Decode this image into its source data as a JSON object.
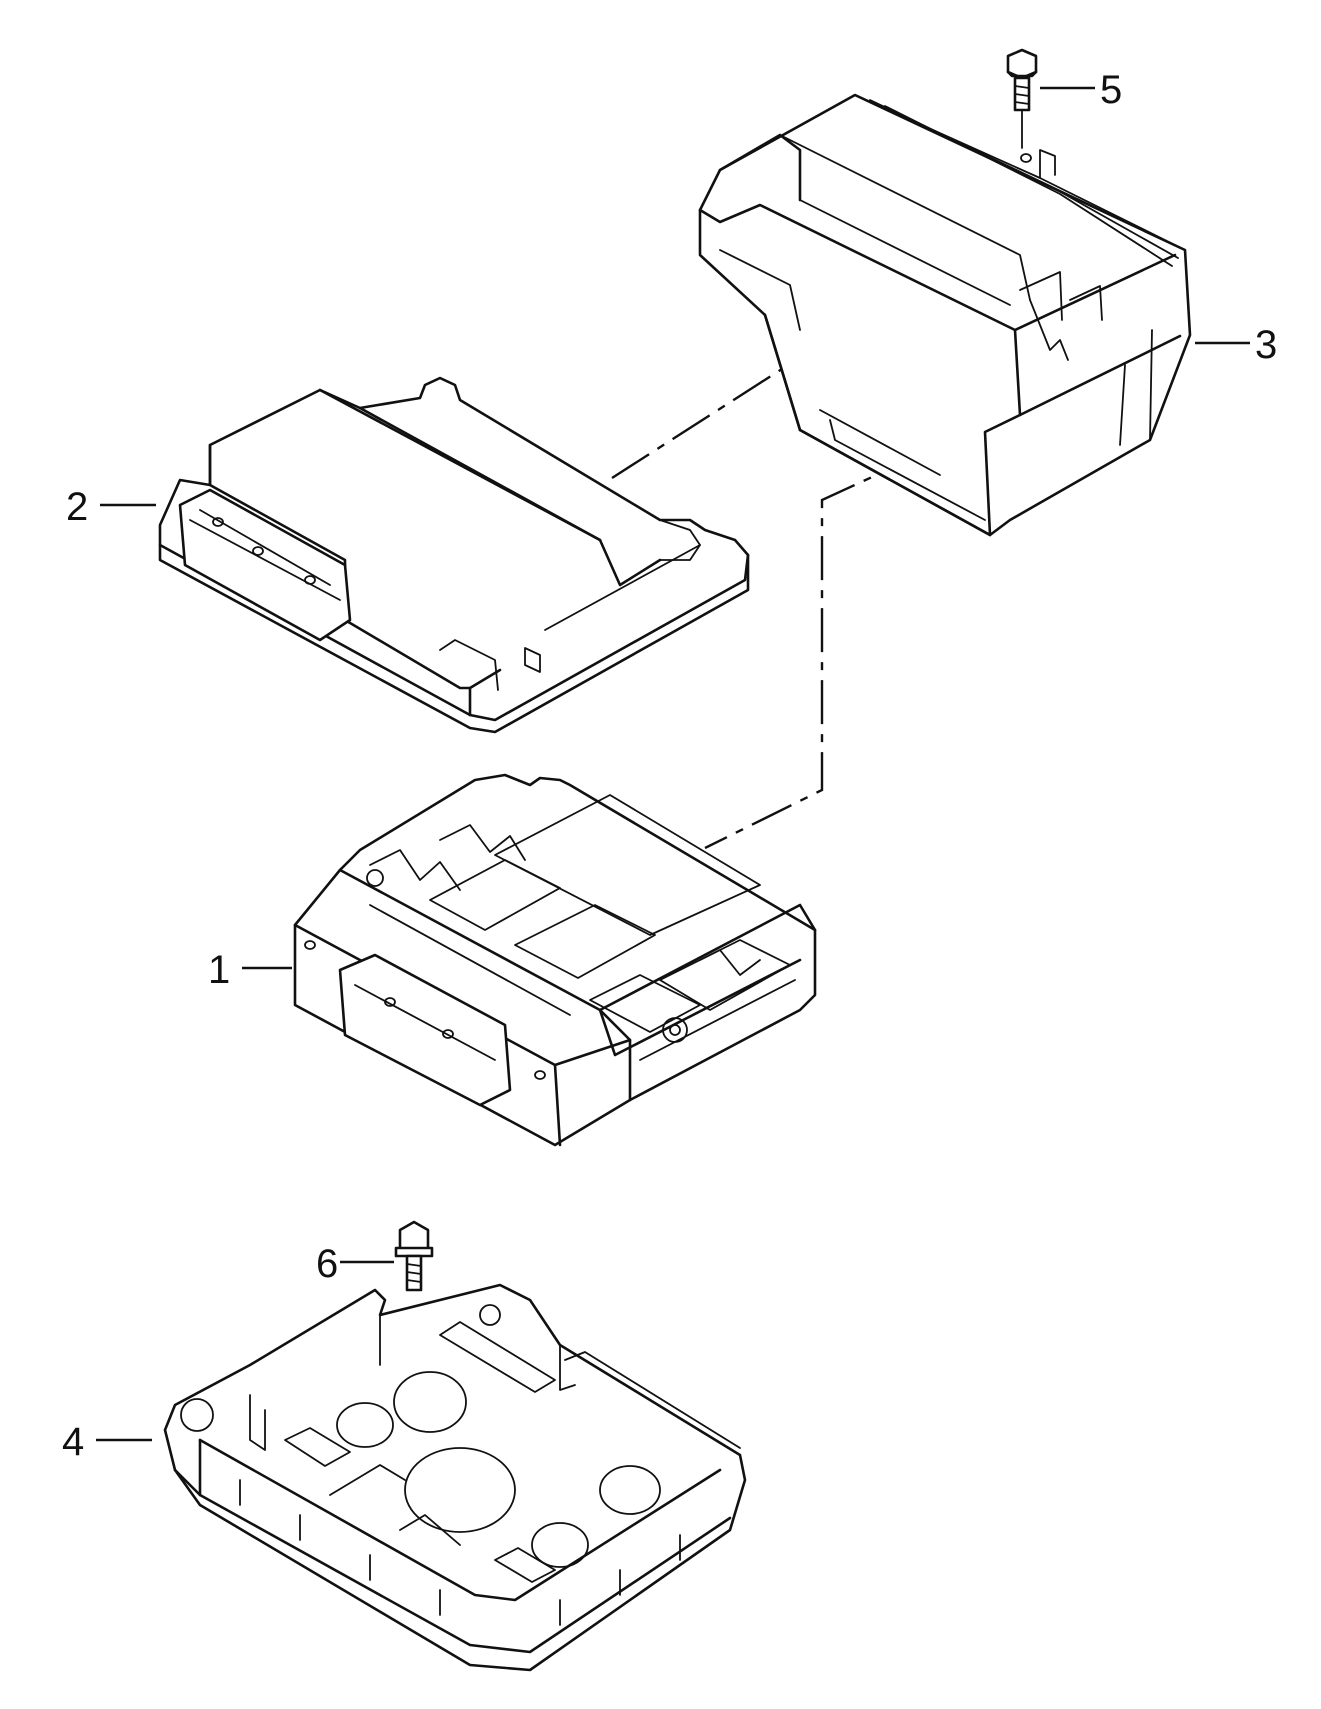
{
  "callouts": [
    {
      "id": "1",
      "label": "1"
    },
    {
      "id": "2",
      "label": "2"
    },
    {
      "id": "3",
      "label": "3"
    },
    {
      "id": "4",
      "label": "4"
    },
    {
      "id": "5",
      "label": "5"
    },
    {
      "id": "6",
      "label": "6"
    }
  ],
  "colors": {
    "ink": "#111111",
    "paper": "#ffffff"
  }
}
